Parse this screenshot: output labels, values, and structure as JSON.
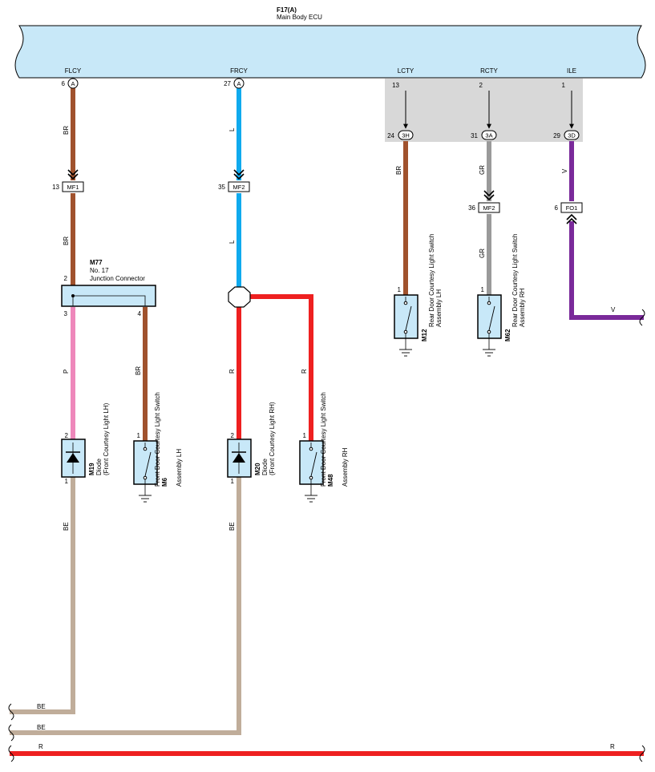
{
  "ecu": {
    "code": "F17(A)",
    "name": "Main Body ECU",
    "terminals": {
      "flcy": {
        "name": "FLCY",
        "pin": "6",
        "conn": "A"
      },
      "frcy": {
        "name": "FRCY",
        "pin": "27",
        "conn": "A"
      },
      "lcty": {
        "name": "LCTY",
        "pin": "13"
      },
      "rcty": {
        "name": "RCTY",
        "pin": "2"
      },
      "ile": {
        "name": "ILE",
        "pin": "1"
      }
    }
  },
  "junction_block": {
    "lcty": {
      "pin": "24",
      "conn": "3H"
    },
    "rcty": {
      "pin": "31",
      "conn": "3A"
    },
    "ile": {
      "pin": "29",
      "conn": "3D"
    }
  },
  "connectors": {
    "mf1": {
      "pin": "13",
      "name": "MF1"
    },
    "mf2_left": {
      "pin": "35",
      "name": "MF2"
    },
    "mf2_right": {
      "pin": "36",
      "name": "MF2"
    },
    "fo1": {
      "pin": "6",
      "name": "FO1"
    }
  },
  "wire_colors": {
    "flcy_upper": "BR",
    "flcy_lower": "BR",
    "frcy_upper": "L",
    "frcy_lower": "L",
    "lcty": "BR",
    "rcty_upper": "GR",
    "rcty_lower": "GR",
    "ile_upper": "V",
    "ile_out": "V",
    "m19_in": "P",
    "m6_in": "BR",
    "m20_in": "R",
    "m48_in": "R",
    "m19_out": "BE",
    "m20_out": "BE",
    "bus_be1": "BE",
    "bus_be2": "BE",
    "bus_r_left": "R",
    "bus_r_right": "R"
  },
  "m77": {
    "code": "M77",
    "line1": "No.  17",
    "line2": "Junction Connector",
    "pin_in": "2",
    "pin_out_left": "3",
    "pin_out_right": "4"
  },
  "components": {
    "m19": {
      "code": "M19",
      "line1": "Diode",
      "line2": "(Front Courtesy Light LH)",
      "pin_top": "2",
      "pin_bottom": "1"
    },
    "m6": {
      "code": "M6",
      "line1": "Front Door Courtesy Light Switch",
      "line2": "Assembly LH",
      "pin_top": "1"
    },
    "m20": {
      "code": "M20",
      "line1": "Diode",
      "line2": "(Front Courtesy Light RH)",
      "pin_top": "2",
      "pin_bottom": "1"
    },
    "m48": {
      "code": "M48",
      "line1": "Front Door Courtesy Light Switch",
      "line2": "Assembly RH",
      "pin_top": "1"
    },
    "m12": {
      "code": "M12",
      "line1": "Rear Door Courtesy Light Switch",
      "line2": "Assembly LH",
      "pin_top": "1"
    },
    "m62": {
      "code": "M62",
      "line1": "Rear Door Courtesy Light Switch",
      "line2": "Assembly RH",
      "pin_top": "1"
    }
  },
  "colors": {
    "ecu_fill": "#c8e8f8",
    "junction_fill": "#d8d8d8",
    "wire_br": "#a0522d",
    "wire_l": "#10aaee",
    "wire_gr": "#9a9a9a",
    "wire_v": "#7a2a9a",
    "wire_p": "#ee88bb",
    "wire_r": "#ee2020",
    "wire_be": "#c0ad9a"
  }
}
